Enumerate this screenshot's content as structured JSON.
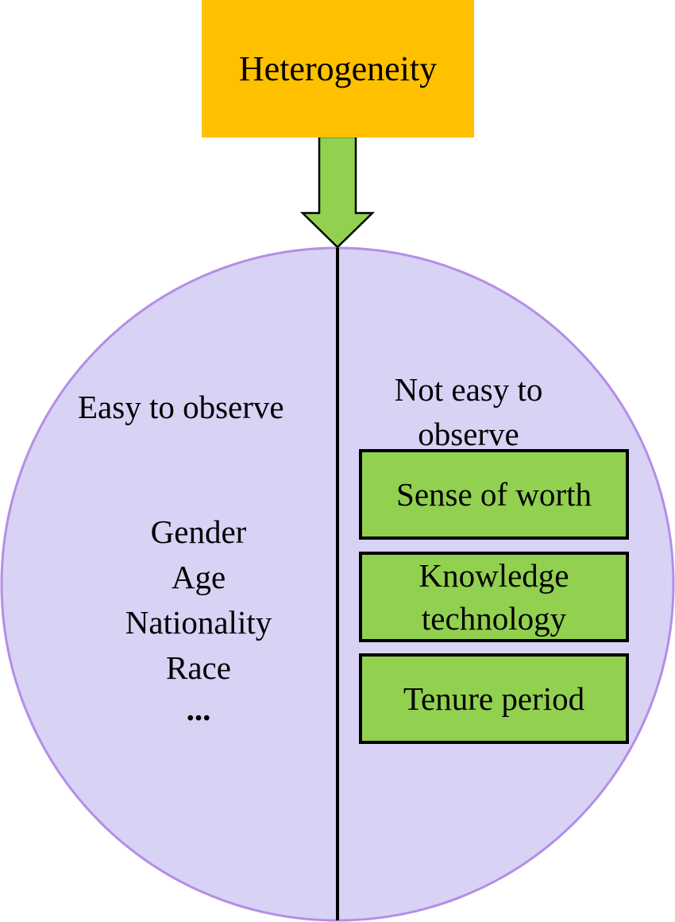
{
  "diagram": {
    "top_label": "Heterogeneity",
    "left_heading": "Easy to observe",
    "left_items": [
      "Gender",
      "Age",
      "Nationality",
      "Race",
      "..."
    ],
    "right_heading": "Not easy to observe",
    "right_items": [
      "Sense of worth",
      "Knowledge technology",
      "Tenure period"
    ]
  },
  "colors": {
    "top_box": "#ffc000",
    "arrow": "#92d050",
    "circle_fill": "#d8d2f5",
    "circle_stroke": "#b48ee6",
    "factor_box": "#92d050"
  }
}
